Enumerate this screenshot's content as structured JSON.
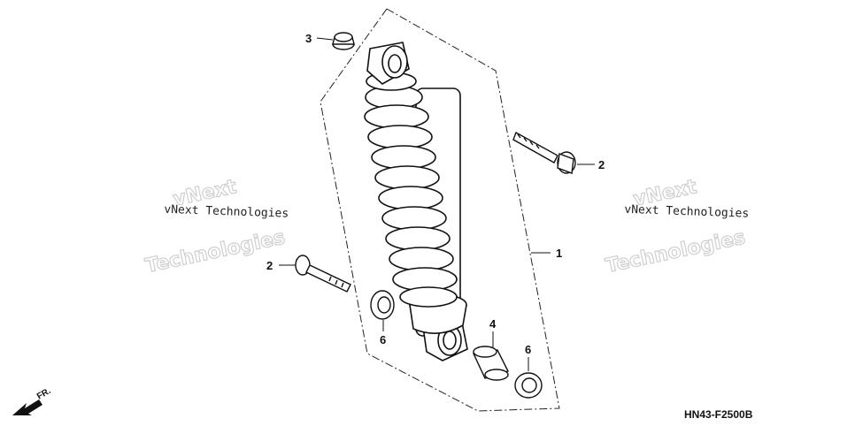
{
  "diagram": {
    "callouts": {
      "shock": "1",
      "bolt_right": "2",
      "bolt_left": "2",
      "nut": "3",
      "collar": "4",
      "seal_left": "6",
      "seal_right": "6"
    },
    "watermark": {
      "line_small": "vNext Technologies",
      "line_big_1": "vNext",
      "line_big_2": "Technologies"
    },
    "part_code": "HN43-F2500B",
    "front_arrow_label": "FR."
  }
}
